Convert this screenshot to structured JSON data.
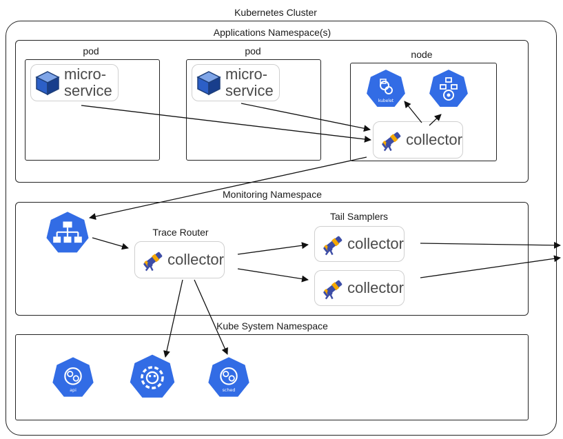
{
  "cluster": {
    "title": "Kubernetes Cluster"
  },
  "apps_ns": {
    "title": "Applications Namespace(s)",
    "pod1": {
      "title": "pod",
      "service_line1": "micro-",
      "service_line2": "service"
    },
    "pod2": {
      "title": "pod",
      "service_line1": "micro-",
      "service_line2": "service"
    },
    "node": {
      "title": "node",
      "collector": "collector",
      "kubelet_caption": "kubelet"
    }
  },
  "monitoring_ns": {
    "title": "Monitoring Namespace",
    "trace_router": {
      "title": "Trace Router",
      "collector": "collector"
    },
    "tail_samplers": {
      "title": "Tail Samplers",
      "collector1": "collector",
      "collector2": "collector"
    }
  },
  "kube_system_ns": {
    "title": "Kube System Namespace",
    "api_caption": "api",
    "sched_caption": "sched"
  },
  "colors": {
    "k8s_blue": "#326CE5",
    "telescope_blue": "#3D4DA6",
    "telescope_gold": "#F5A800",
    "line": "#111111"
  },
  "icons": [
    "cube-icon",
    "kubelet-icon",
    "control-plane-icon",
    "telescope-icon",
    "service-icon",
    "api-icon",
    "controller-manager-icon",
    "scheduler-icon"
  ]
}
